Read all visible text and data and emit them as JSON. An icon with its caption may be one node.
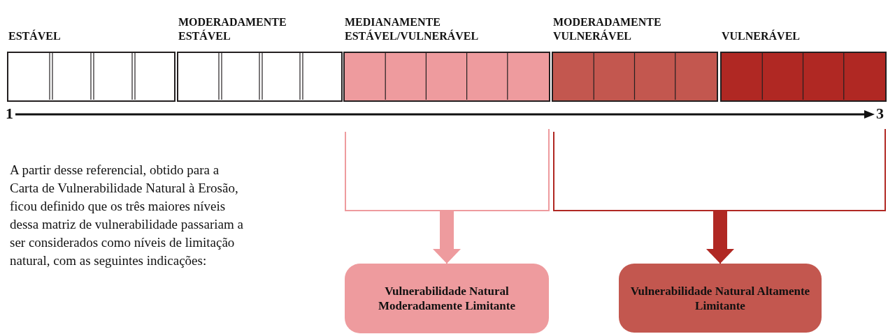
{
  "diagram": {
    "nodes": [
      {
        "text": [
          "ESTÁVEL"
        ]
      },
      {
        "text": [
          "MODERADAMENTE ESTÁVEL"
        ]
      },
      {
        "text": [
          "MEDIANAMENTE ESTÁVEL/VULNERÁVEL"
        ]
      },
      {
        "text": [
          "MODERADAMENTE VULNERÁVEL"
        ]
      },
      {
        "text": [
          "VULNERÁVEL"
        ]
      },
      {
        "text": [
          "Vulnerabilidade Natural Moderadamente Limitante"
        ]
      },
      {
        "text": [
          "Vulnerabilidade Natural Altamente Limitante"
        ]
      }
    ],
    "edges": [
      {
        "from": 2,
        "to": 5,
        "arrow": "to",
        "color": "#ee9b9e"
      },
      {
        "from": 3,
        "to": 6,
        "arrow": "to",
        "color": "#b02823"
      },
      {
        "from": 4,
        "to": 6,
        "arrow": "to",
        "color": "#b02823"
      }
    ],
    "labels": [
      "1",
      "3",
      "A partir desse referencial, obtido para a Carta de Vulnerabilidade Natural à Erosão, ficou definido que os três maiores níveis dessa matriz de vulnerabilidade passariam a ser considerados como níveis de limitação natural, com as seguintes indicações:"
    ]
  }
}
